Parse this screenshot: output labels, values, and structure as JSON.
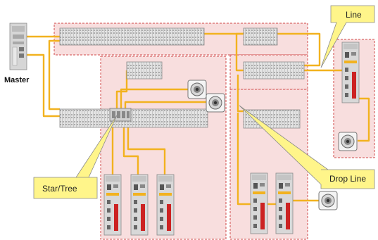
{
  "labels": {
    "master": "Master",
    "line": "Line",
    "drop_line": "Drop Line",
    "star_tree": "Star/Tree"
  },
  "colors": {
    "zone_fill": "#f8dede",
    "zone_border": "#d14a4a",
    "cable": "#f2b21f",
    "callout_fill": "#fff58a"
  },
  "icons": {
    "master": "controller-icon",
    "io_module": "io-slice-module",
    "servo_drive": "servo-drive-icon",
    "motor": "servo-motor-icon"
  }
}
